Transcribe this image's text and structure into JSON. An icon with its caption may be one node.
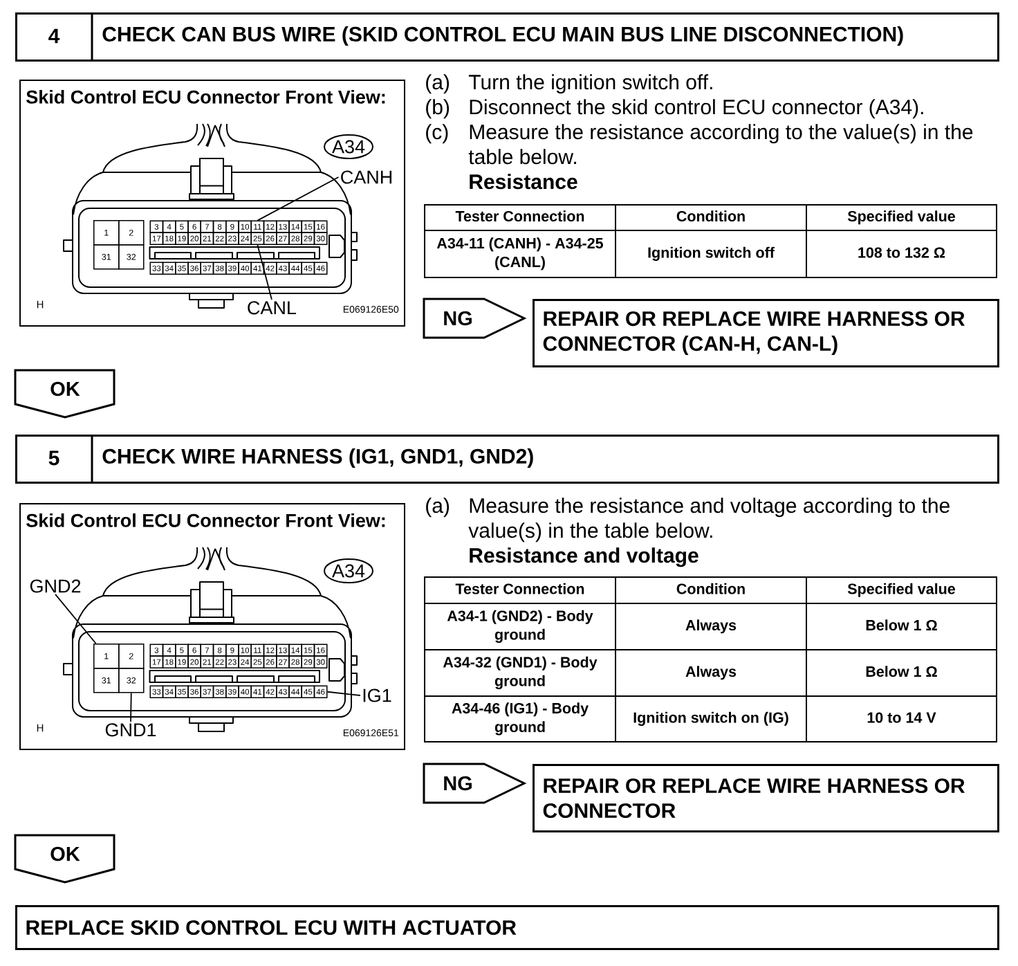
{
  "diagram": {
    "nodes": [
      {
        "text": [
          "4",
          "CHECK CAN BUS WIRE (SKID CONTROL ECU MAIN BUS LINE DISCONNECTION)"
        ]
      },
      {
        "text": [
          "Skid Control ECU Connector Front View:"
        ]
      },
      {
        "text": [
          "A34"
        ],
        "in": 1
      },
      {
        "text": [
          "CANH"
        ],
        "in": 1
      },
      {
        "text": [
          "11"
        ],
        "in": 1
      },
      {
        "text": [
          "25"
        ],
        "in": 1
      },
      {
        "text": [
          "CANL"
        ],
        "in": 1
      },
      {
        "text": [
          "NG"
        ]
      },
      {
        "text": [
          "REPAIR OR REPLACE WIRE HARNESS OR CONNECTOR (CAN-H, CAN-L)"
        ]
      },
      {
        "text": [
          "OK"
        ]
      },
      {
        "text": [
          "5",
          "CHECK WIRE HARNESS (IG1, GND1, GND2)"
        ]
      },
      {
        "text": [
          "Skid Control ECU Connector Front View:"
        ]
      },
      {
        "text": [
          "A34"
        ],
        "in": 11
      },
      {
        "text": [
          "GND2"
        ],
        "in": 11
      },
      {
        "text": [
          "1"
        ],
        "in": 11
      },
      {
        "text": [
          "32"
        ],
        "in": 11
      },
      {
        "text": [
          "46"
        ],
        "in": 11
      },
      {
        "text": [
          "IG1"
        ],
        "in": 11
      },
      {
        "text": [
          "GND1"
        ],
        "in": 11
      },
      {
        "text": [
          "NG"
        ]
      },
      {
        "text": [
          "REPAIR OR REPLACE WIRE HARNESS OR CONNECTOR"
        ]
      },
      {
        "text": [
          "OK"
        ]
      },
      {
        "text": [
          "REPLACE SKID CONTROL ECU WITH ACTUATOR"
        ]
      }
    ],
    "edges": [
      {
        "from": 3,
        "to": 4,
        "arrow": "none"
      },
      {
        "from": 6,
        "to": 5,
        "arrow": "none"
      },
      {
        "from": 13,
        "to": 14,
        "arrow": "none"
      },
      {
        "from": 18,
        "to": 15,
        "arrow": "none"
      },
      {
        "from": 17,
        "to": 16,
        "arrow": "none"
      }
    ],
    "labels": [
      "1",
      "2",
      "31",
      "32",
      "3",
      "4",
      "5",
      "6",
      "7",
      "8",
      "9",
      "10",
      "12",
      "13",
      "14",
      "15",
      "16",
      "17",
      "18",
      "19",
      "20",
      "21",
      "22",
      "23",
      "24",
      "26",
      "27",
      "28",
      "29",
      "30",
      "33",
      "34",
      "35",
      "36",
      "37",
      "38",
      "39",
      "40",
      "41",
      "42",
      "43",
      "44",
      "45",
      "46",
      "H",
      "E069126E50",
      "(a)",
      "Turn the ignition switch off.",
      "(b)",
      "Disconnect the skid control ECU connector (A34).",
      "(c)",
      "Measure the resistance according to the value(s) in the table below.",
      "Resistance",
      "Tester Connection",
      "Condition",
      "Specified value",
      "A34-11 (CANH) - A34-25 (CANL)",
      "Ignition switch off",
      "108 to 132 Ω",
      "2",
      "31",
      "3",
      "4",
      "5",
      "6",
      "7",
      "8",
      "9",
      "10",
      "11",
      "12",
      "13",
      "14",
      "15",
      "16",
      "17",
      "18",
      "19",
      "20",
      "21",
      "22",
      "23",
      "24",
      "25",
      "26",
      "27",
      "28",
      "29",
      "30",
      "33",
      "34",
      "35",
      "36",
      "37",
      "38",
      "39",
      "40",
      "41",
      "42",
      "43",
      "44",
      "45",
      "H",
      "E069126E51",
      "(a)",
      "Measure the resistance and voltage according to the value(s) in the table below.",
      "Resistance and voltage",
      "Tester Connection",
      "Condition",
      "Specified value",
      "A34-1 (GND2) - Body ground",
      "Always",
      "Below 1 Ω",
      "A34-32 (GND1) - Body ground",
      "Always",
      "Below 1 Ω",
      "A34-46 (IG1) - Body ground",
      "Ignition switch on (IG)",
      "10 to 14 V"
    ]
  }
}
